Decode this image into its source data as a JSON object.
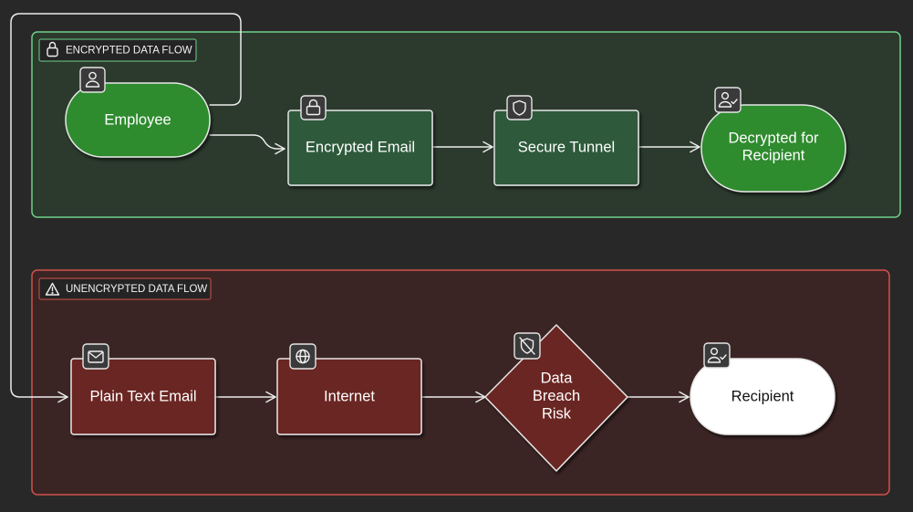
{
  "groups": {
    "encrypted": {
      "label": "ENCRYPTED DATA FLOW",
      "icon": "lock-icon",
      "color": "#6fcf8a",
      "fill": "#2b3a2d"
    },
    "unencrypted": {
      "label": "UNENCRYPTED DATA FLOW",
      "icon": "warning-icon",
      "color": "#d0524a",
      "fill": "#3b2524"
    }
  },
  "nodes": {
    "employee": {
      "label": "Employee",
      "icon": "user-icon"
    },
    "encrypted_email": {
      "label": "Encrypted Email",
      "icon": "lock-icon"
    },
    "secure_tunnel": {
      "label": "Secure Tunnel",
      "icon": "shield-icon"
    },
    "decrypted_for_recipient": {
      "label_line1": "Decrypted for",
      "label_line2": "Recipient",
      "icon": "user-check-icon"
    },
    "plain_text_email": {
      "label": "Plain Text Email",
      "icon": "mail-icon"
    },
    "internet": {
      "label": "Internet",
      "icon": "globe-icon"
    },
    "data_breach_risk": {
      "label_line1": "Data",
      "label_line2": "Breach",
      "label_line3": "Risk",
      "icon": "shield-off-icon"
    },
    "recipient": {
      "label": "Recipient",
      "icon": "user-check-icon"
    }
  },
  "colors": {
    "background": "#282828",
    "green_node": "#2e8b2e",
    "dark_green_node": "#2d5a3a",
    "red_node": "#6b2522",
    "white_node": "#ffffff",
    "edge": "#ececec"
  }
}
